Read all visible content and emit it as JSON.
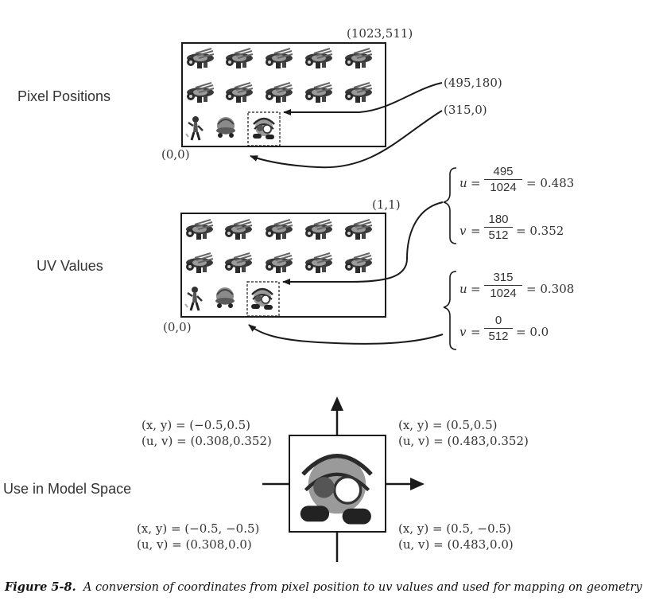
{
  "section_labels": {
    "pixel_positions": "Pixel Positions",
    "uv_values": "UV Values",
    "model_space": "Use in Model Space"
  },
  "pixel_panel": {
    "top_right_coord": "(1023,511)",
    "origin_coord": "(0,0)",
    "callout_top_right": "(495,180)",
    "callout_bottom_left": "(315,0)"
  },
  "uv_panel": {
    "top_right_coord": "(1,1)",
    "origin_coord": "(0,0)"
  },
  "equations": {
    "group1": {
      "u_var": "u",
      "u_num": "495",
      "u_den": "1024",
      "u_result": "= 0.483",
      "v_var": "v",
      "v_num": "180",
      "v_den": "512",
      "v_result": "= 0.352"
    },
    "group2": {
      "u_var": "u",
      "u_num": "315",
      "u_den": "1024",
      "u_result": "= 0.308",
      "v_var": "v",
      "v_num": "0",
      "v_den": "512",
      "v_result": "= 0.0"
    }
  },
  "model_space": {
    "top_left_xy": "(x, y) = (−0.5,0.5)",
    "top_left_uv": "(u, v) = (0.308,0.352)",
    "top_right_xy": "(x, y) = (0.5,0.5)",
    "top_right_uv": "(u, v) = (0.483,0.352)",
    "bottom_left_xy": "(x, y) = (−0.5, −0.5)",
    "bottom_left_uv": "(u, v) = (0.308,0.0)",
    "bottom_right_xy": "(x, y) = (0.5, −0.5)",
    "bottom_right_uv": "(u, v) = (0.483,0.0)"
  },
  "caption": {
    "label": "Figure 5-8.",
    "text": "A conversion of coordinates from pixel position to uv values and used for mapping on geometry"
  }
}
